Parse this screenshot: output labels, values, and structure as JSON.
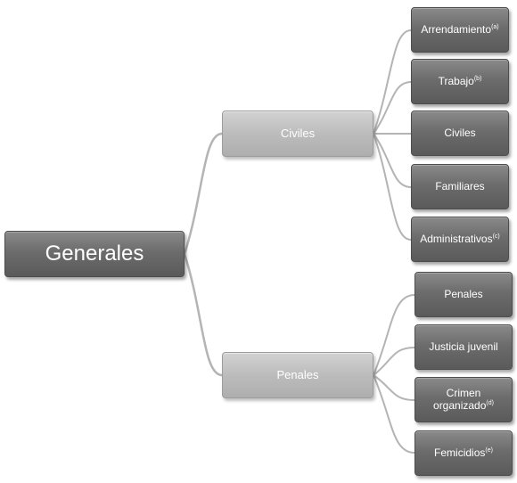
{
  "root": {
    "label": "Generales"
  },
  "branches": [
    {
      "label": "Civiles",
      "children": [
        {
          "label": "Arrendamiento",
          "note": "(a)"
        },
        {
          "label": "Trabajo",
          "note": "(b)"
        },
        {
          "label": "Civiles",
          "note": ""
        },
        {
          "label": "Familiares",
          "note": ""
        },
        {
          "label": "Administrativos",
          "note": "(c)"
        }
      ]
    },
    {
      "label": "Penales",
      "children": [
        {
          "label": "Penales",
          "note": ""
        },
        {
          "label": "Justicia juvenil",
          "note": ""
        },
        {
          "label": "Crimen organizado",
          "note": "(d)"
        },
        {
          "label": "Femicidios",
          "note": "(e)"
        }
      ]
    }
  ]
}
